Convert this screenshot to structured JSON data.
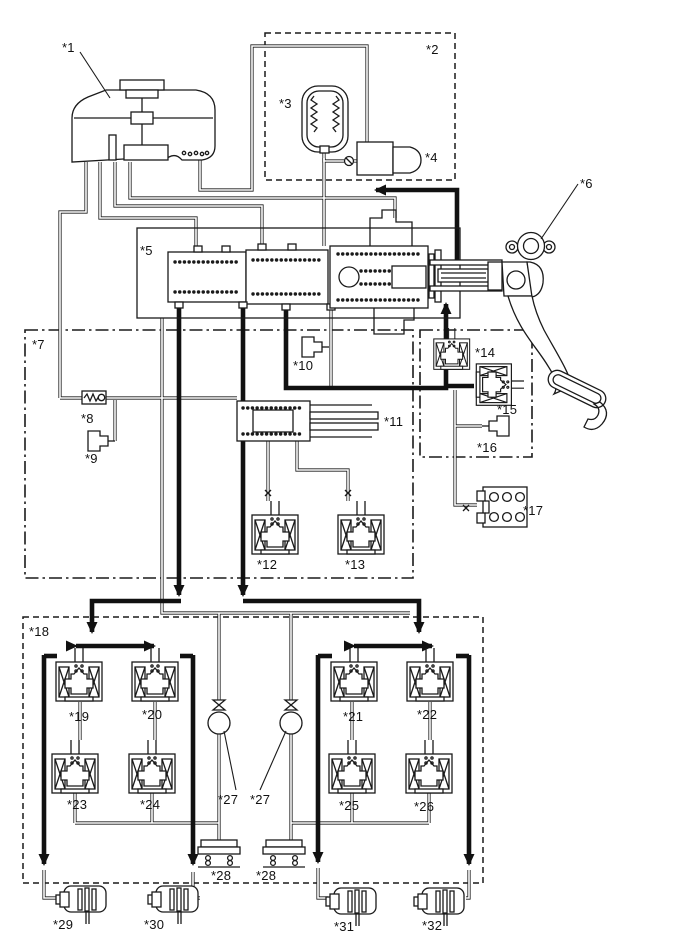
{
  "colors": {
    "line": "#1a1a1a",
    "background": "#ffffff",
    "bold_circuit": "#111111"
  },
  "callouts": {
    "c1": "*1",
    "c2": "*2",
    "c3": "*3",
    "c4": "*4",
    "c5": "*5",
    "c6": "*6",
    "c7": "*7",
    "c8": "*8",
    "c9": "*9",
    "c10": "*10",
    "c11": "*11",
    "c12": "*12",
    "c13": "*13",
    "c14": "*14",
    "c15": "*15",
    "c16": "*16",
    "c17": "*17",
    "c18": "*18",
    "c19": "*19",
    "c20": "*20",
    "c21": "*21",
    "c22": "*22",
    "c23": "*23",
    "c24": "*24",
    "c25": "*25",
    "c26": "*26",
    "c27a": "*27",
    "c27b": "*27",
    "c28a": "*28",
    "c28b": "*28",
    "c29": "*29",
    "c30": "*30",
    "c31": "*31",
    "c32": "*32"
  }
}
